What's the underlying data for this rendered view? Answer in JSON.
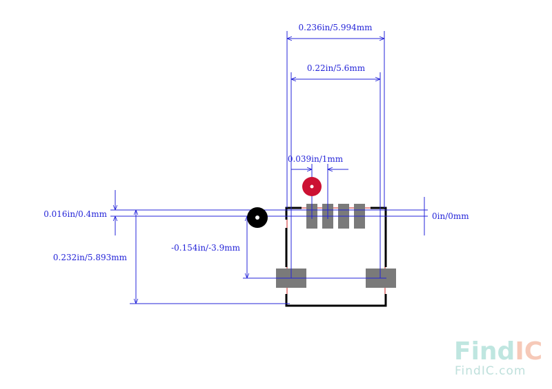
{
  "dimensions": {
    "overall_width": "0.236in/5.994mm",
    "pad_span": "0.22in/5.6mm",
    "pin_pitch": "0.039in/1mm",
    "offset_top": "0.016in/0.4mm",
    "overall_height": "0.232in/5.893mm",
    "mount_offset": "-0.154in/-3.9mm",
    "origin_offset": "0in/0mm"
  },
  "watermark": {
    "logo_part1": "Find",
    "logo_part2": "IC",
    "url": "FindIC.com"
  },
  "colors": {
    "dimension": "#2323d8",
    "outline": "#000000",
    "pad": "#7a7a7a",
    "pin1_marker": "#cc1133",
    "courtyard": "#cc2222",
    "watermark_find": "#bfe6e0",
    "watermark_ic": "#f6c9b8",
    "watermark_url": "#bfe0dc"
  }
}
